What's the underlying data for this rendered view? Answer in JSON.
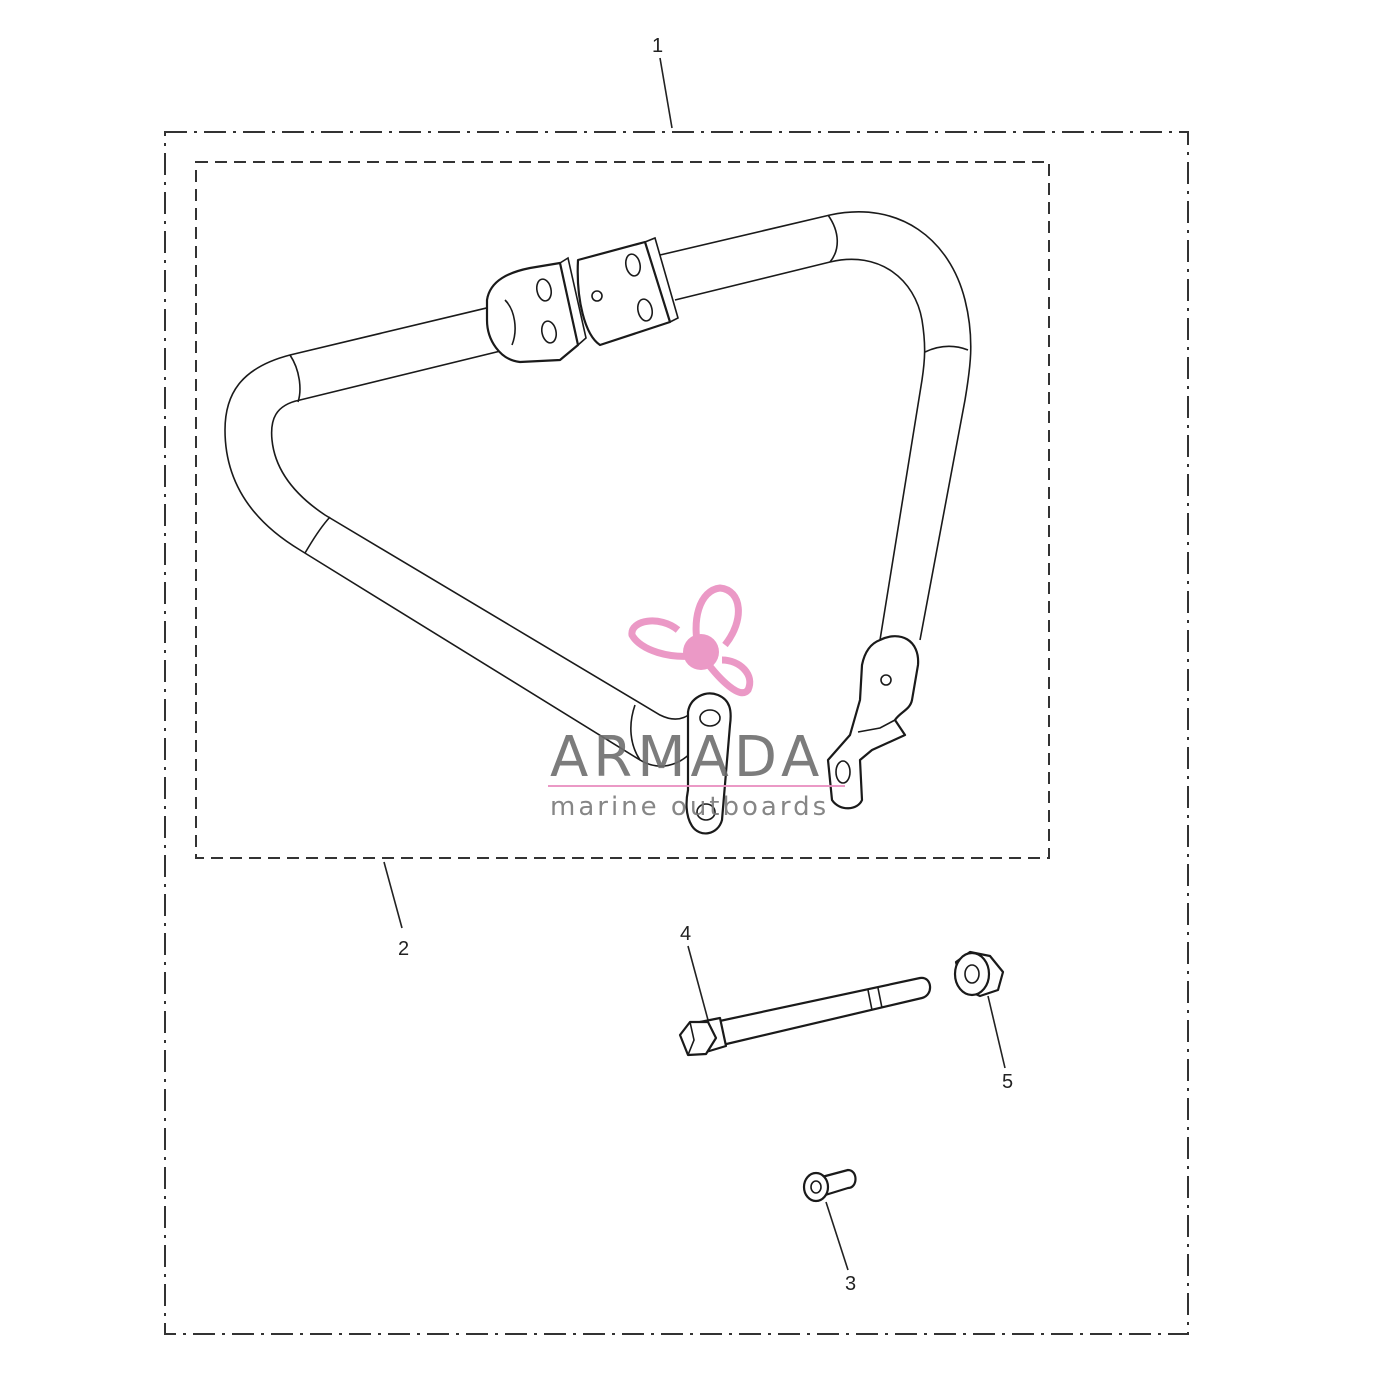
{
  "diagram": {
    "callouts": [
      {
        "id": "1",
        "label": "1"
      },
      {
        "id": "2",
        "label": "2"
      },
      {
        "id": "3",
        "label": "3"
      },
      {
        "id": "4",
        "label": "4"
      },
      {
        "id": "5",
        "label": "5"
      }
    ]
  },
  "watermark": {
    "brand": "ARMADA",
    "tagline": "marine outboards",
    "brand_color": "#6e6e6e",
    "accent_color": "#e98fc0"
  }
}
